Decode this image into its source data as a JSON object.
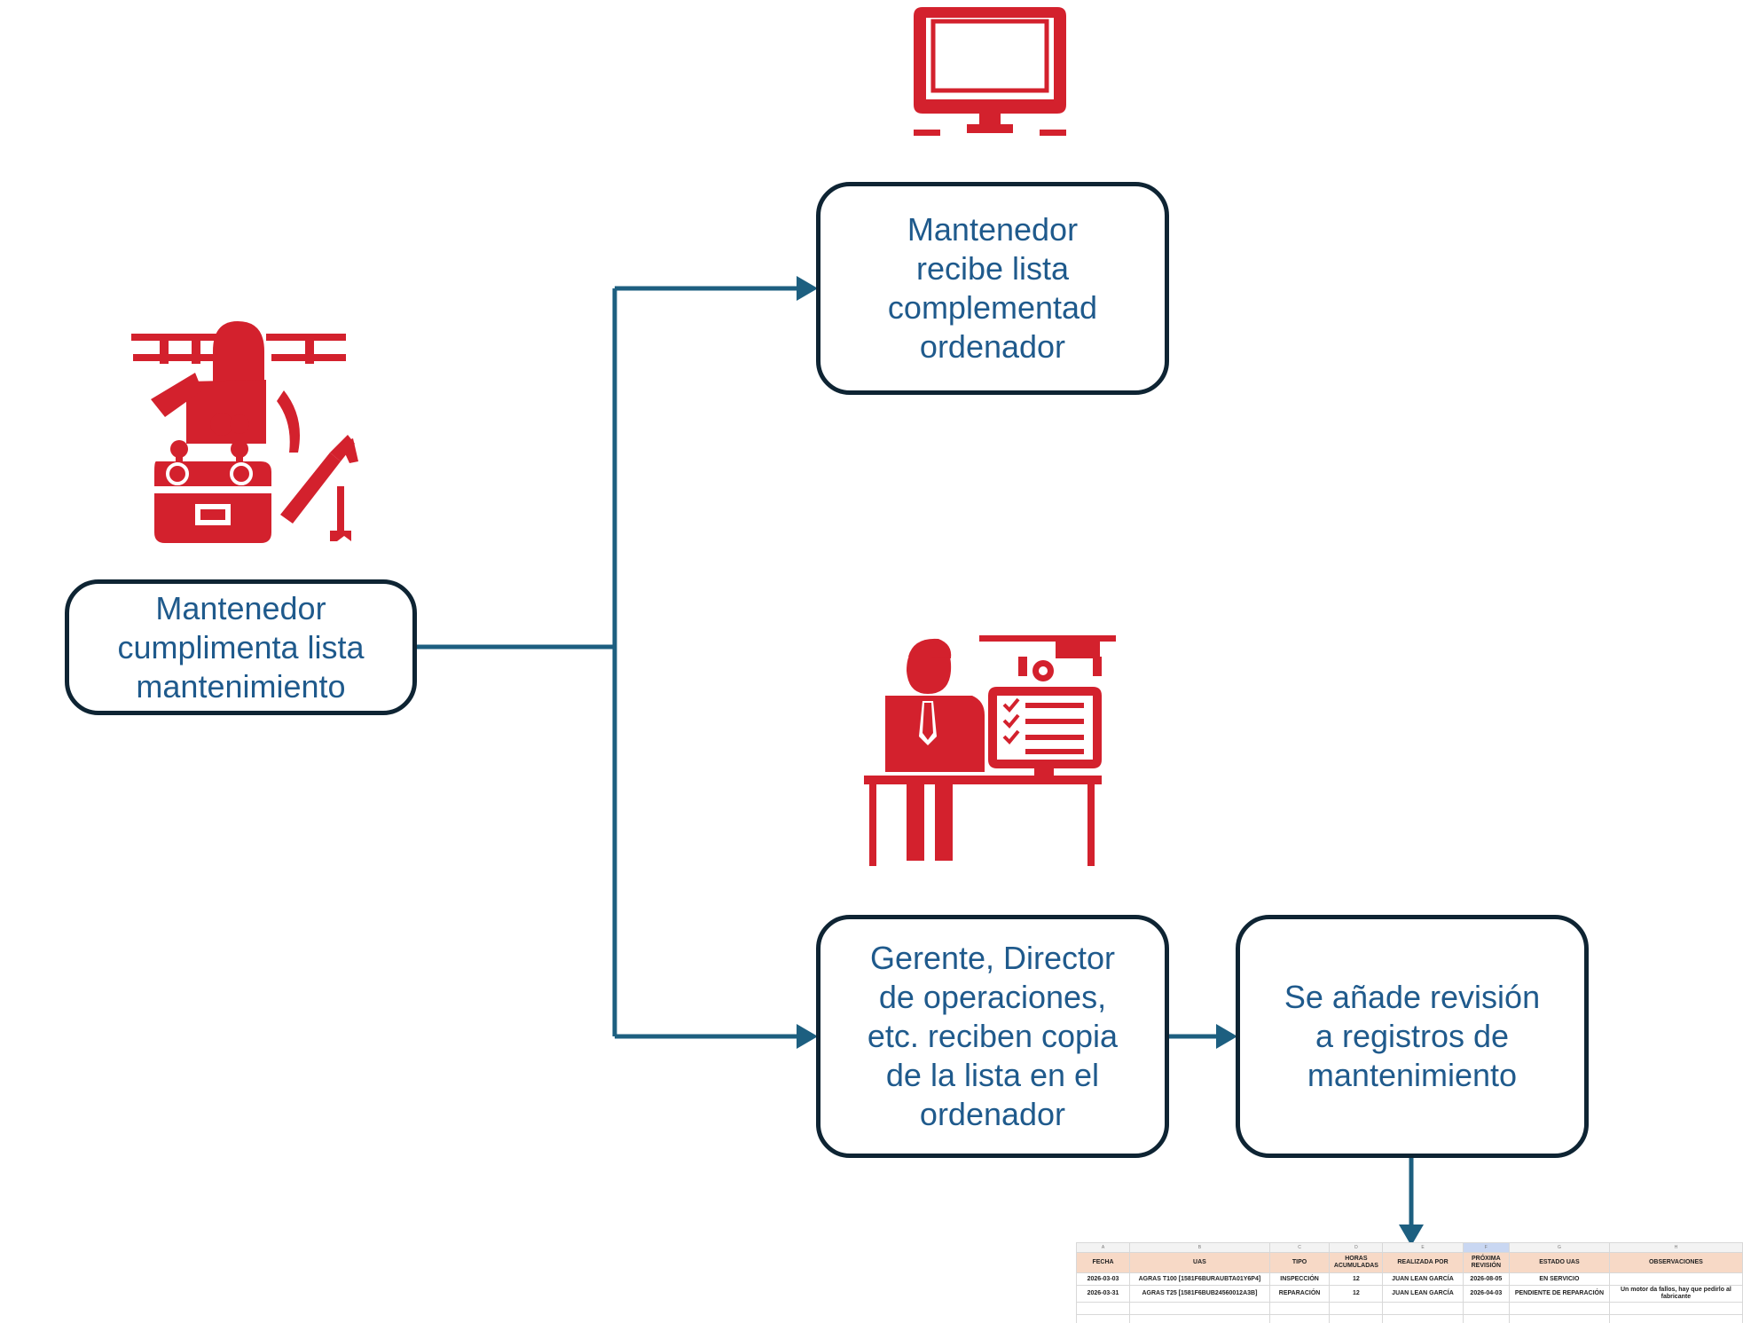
{
  "nodes": {
    "maintainer_fills": "Mantenedor\ncumplimenta lista\nmantenimiento",
    "maintainer_receives": "Mantenedor\nrecibe lista\ncomplementad\nordenador",
    "managers_receive": "Gerente, Director\nde operaciones,\netc. reciben copia\nde la lista en el\nordenador",
    "review_added": "Se añade revisión\na registros de\nmantenimiento"
  },
  "icons": {
    "maintainer": "drone-technician-toolbox-icon",
    "computer": "computer-monitor-icon",
    "manager": "manager-desk-drone-checklist-icon"
  },
  "colors": {
    "icon_red": "#d3212d",
    "connector": "#1d5f80",
    "box_border": "#0e2433",
    "text_blue": "#1f5a8c",
    "sheet_header": "#f7d9c6"
  },
  "spreadsheet": {
    "column_letters": [
      "A",
      "B",
      "C",
      "D",
      "E",
      "F",
      "G",
      "H"
    ],
    "headers": [
      "FECHA",
      "UAS",
      "TIPO",
      "HORAS ACUMULADAS",
      "REALIZADA POR",
      "PRÓXIMA REVISIÓN",
      "ESTADO UAS",
      "OBSERVACIONES"
    ],
    "rows": [
      [
        "2026-03-03",
        "AGRAS T100 [1581F6BURAUBTA01Y6P4]",
        "INSPECCIÓN",
        "12",
        "JUAN LEAN GARCÍA",
        "2026-08-05",
        "EN SERVICIO",
        ""
      ],
      [
        "2026-03-31",
        "AGRAS T25 [1581F6BUB24560012A3B]",
        "REPARACIÓN",
        "12",
        "JUAN LEAN GARCÍA",
        "2026-04-03",
        "PENDIENTE DE REPARACIÓN",
        "Un motor da fallos, hay que pedirlo al fabricante"
      ]
    ]
  }
}
